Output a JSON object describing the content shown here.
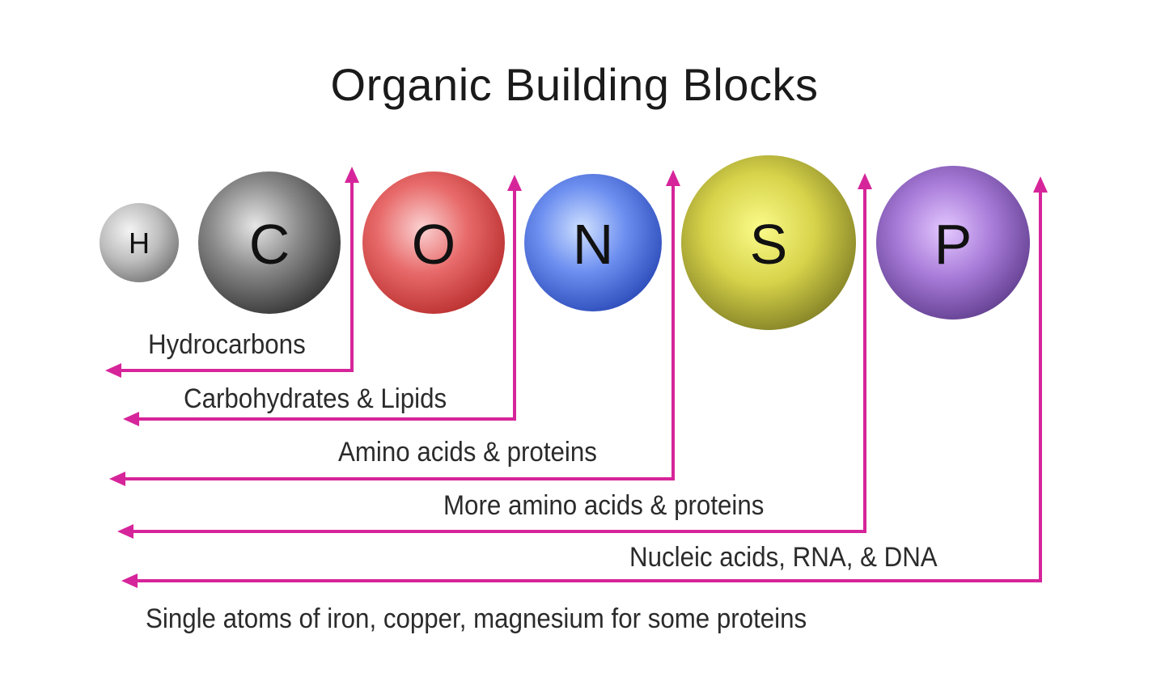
{
  "title": "Organic Building Blocks",
  "colors": {
    "arrow": "#d6259a",
    "H": "#9a9a9a",
    "C": "#3a3a3a",
    "O": "#d23a3a",
    "N": "#3a5fcf",
    "S": "#a9a63a",
    "P": "#7a4fa8"
  },
  "atoms": [
    {
      "symbol": "H",
      "icon": "hydrogen-atom-icon"
    },
    {
      "symbol": "C",
      "icon": "carbon-atom-icon"
    },
    {
      "symbol": "O",
      "icon": "oxygen-atom-icon"
    },
    {
      "symbol": "N",
      "icon": "nitrogen-atom-icon"
    },
    {
      "symbol": "S",
      "icon": "sulfur-atom-icon"
    },
    {
      "symbol": "P",
      "icon": "phosphorus-atom-icon"
    }
  ],
  "labels": {
    "hydrocarbons": "Hydrocarbons",
    "carbs_lipids": "Carbohydrates & Lipids",
    "amino": "Amino acids & proteins",
    "more_amino": "More amino acids & proteins",
    "nucleic": "Nucleic acids,  RNA, & DNA",
    "single_atoms": "Single atoms of iron, copper, magnesium for some proteins"
  }
}
